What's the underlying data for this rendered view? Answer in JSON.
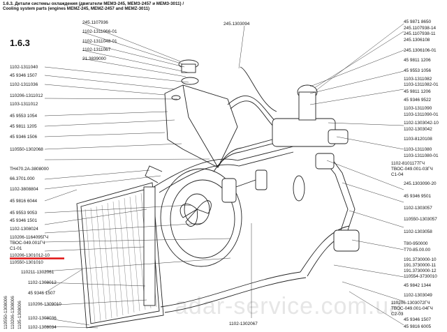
{
  "title": {
    "line1": "1.6.3. Детали системы охлаждения (двигатели МЕМЗ-245, МЕМЗ-2457 и МЕМЗ-3011) /",
    "line2": "Cooling system parts (engines МEMZ-245, МEMZ-2457 and МEMZ-3011)"
  },
  "section_number": "1.6.3",
  "watermark": "adar-service.com.ua",
  "callouts_left": [
    "245.1107936",
    "1102-1311066-01",
    "1102-1311048-01",
    "1102-1311067",
    "21.3839000",
    "1102-1311040",
    "45 9346 1507",
    "1102-1311036",
    "110206-1311012",
    "1103-1311012",
    "45 9553 1054",
    "45 9811 1205",
    "45 9346 1506",
    "110550-1302068",
    "ТН470.2А-3808000",
    "66.3701.000",
    "1102-3808804",
    "45 9816 6044",
    "45 9553 9053",
    "45 9346 1501",
    "1102-1308024",
    "110206-1164095ГЧ",
    "ТВОС-049.001ГЧ",
    "С1-01",
    "110206-1301012-10",
    "110550-1301010",
    "110211-1302061",
    "1102-1308012",
    "45 9346 1507",
    "110206-1309010",
    "1102-1308036",
    "1102-1308034"
  ],
  "callouts_vertical": [
    "110550-1308006",
    "110206-1308006",
    "1105-1308006"
  ],
  "callouts_top": [
    "245.1303094"
  ],
  "callouts_bottom": [
    "1102-1302067"
  ],
  "callouts_right": [
    "45 9871 8650",
    "245.1107938-14",
    "245.1107938-11",
    "245.1306108",
    "245.1306106-01",
    "45 9811 1206",
    "45 9553 1056",
    "1103-1311082",
    "1103-1311082-01",
    "45 9811 1206",
    "45 9346 9522",
    "1103-1311090",
    "1103-1311090-01",
    "1102-1303042-10",
    "1102-1303042",
    "1103-8120108",
    "1103-1311080",
    "1103-1311080-01",
    "1102-8101177ГЧ",
    "ТВОС-049.001-03ГЧ",
    "С1-04",
    "245.1303090-20",
    "45 9346 9501",
    "1102-1303057",
    "110550-1303057",
    "1102-1303058",
    "Т80-950000",
    "Т70-85.00.00",
    "191.3730000-10",
    "191.3730000-11",
    "191.3730000-12",
    "110554-3730010",
    "45 9842 1344",
    "1102-1303049",
    "110206-1303072ГЧ",
    "ТВОС-049.001-04ГЧ",
    "С2-03",
    "45 9346 1507",
    "45 9816 6005"
  ],
  "highlight_color": "#e01010"
}
